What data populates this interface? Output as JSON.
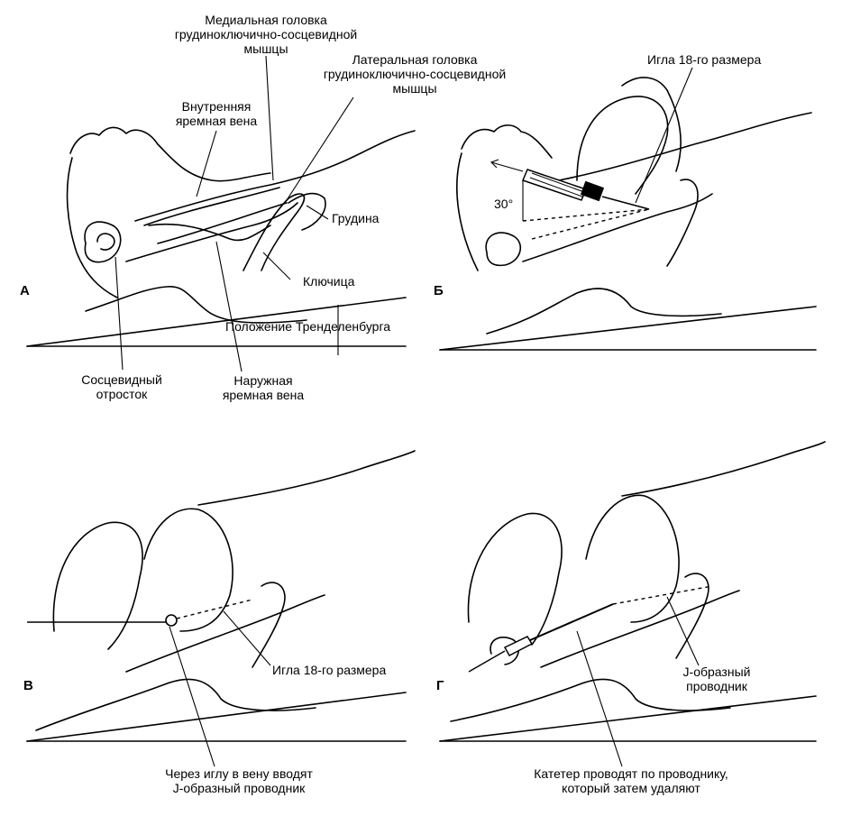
{
  "panels": {
    "a": {
      "letter": "А",
      "medial_head_l1": "Медиальная головка",
      "medial_head_l2": "грудиноключично-сосцевидной",
      "medial_head_l3": "мышцы",
      "lateral_head_l1": "Латеральная головка",
      "lateral_head_l2": "грудиноключично-сосцевидной",
      "lateral_head_l3": "мышцы",
      "ijv_l1": "Внутренняя",
      "ijv_l2": "яремная вена",
      "sternum": "Грудина",
      "clavicle": "Ключица",
      "trendelenburg": "Положение Тренделенбурга",
      "mastoid_l1": "Сосцевидный",
      "mastoid_l2": "отросток",
      "ejv_l1": "Наружная",
      "ejv_l2": "яремная вена"
    },
    "b": {
      "letter": "Б",
      "needle": "Игла 18-го размера",
      "angle": "30°"
    },
    "v": {
      "letter": "В",
      "needle": "Игла 18-го размера",
      "caption_l1": "Через иглу в вену вводят",
      "caption_l2": "J-образный проводник"
    },
    "g": {
      "letter": "Г",
      "guidewire_l1": "J-образный",
      "guidewire_l2": "проводник",
      "caption_l1": "Катетер проводят по проводнику,",
      "caption_l2": "который затем удаляют"
    }
  }
}
